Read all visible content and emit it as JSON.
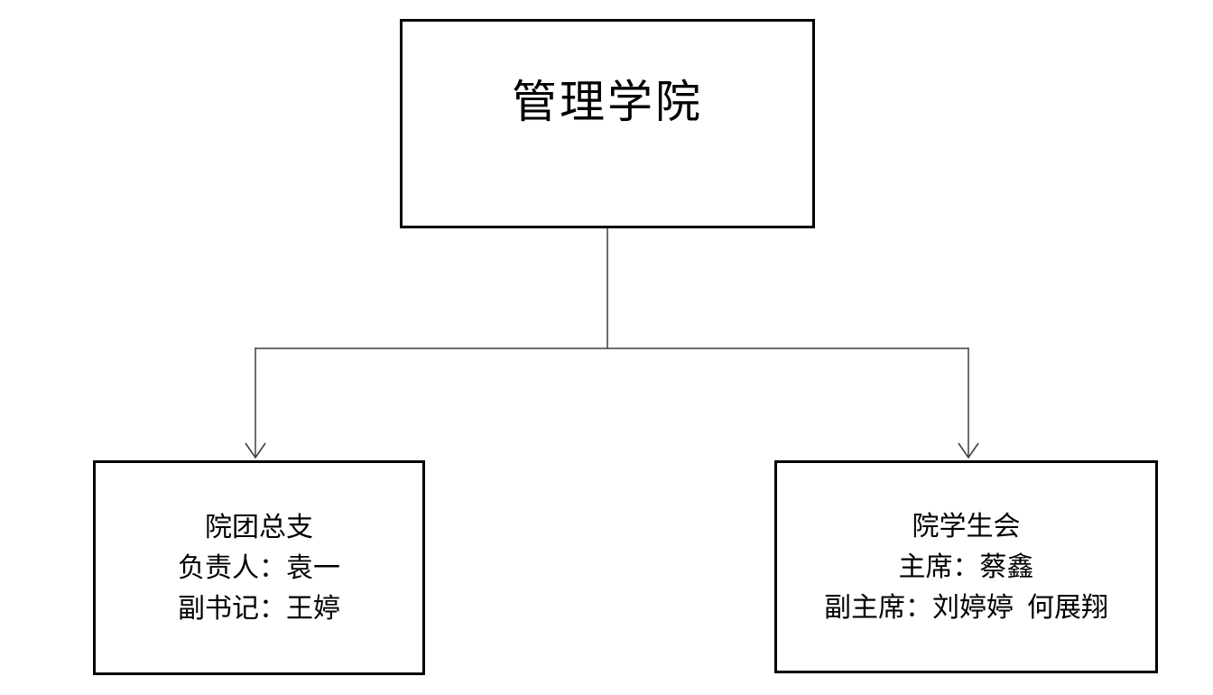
{
  "org_chart": {
    "root": {
      "label": "管理学院"
    },
    "children": [
      {
        "lines": [
          "院团总支",
          "负责人：袁一",
          "副书记：王婷"
        ]
      },
      {
        "lines": [
          "院学生会",
          "主席：蔡鑫",
          "副主席：刘婷婷  何展翔"
        ]
      }
    ]
  },
  "colors": {
    "background": "#ffffff",
    "box_border": "#000000",
    "text": "#000000",
    "connector": "#3f3f3f"
  }
}
